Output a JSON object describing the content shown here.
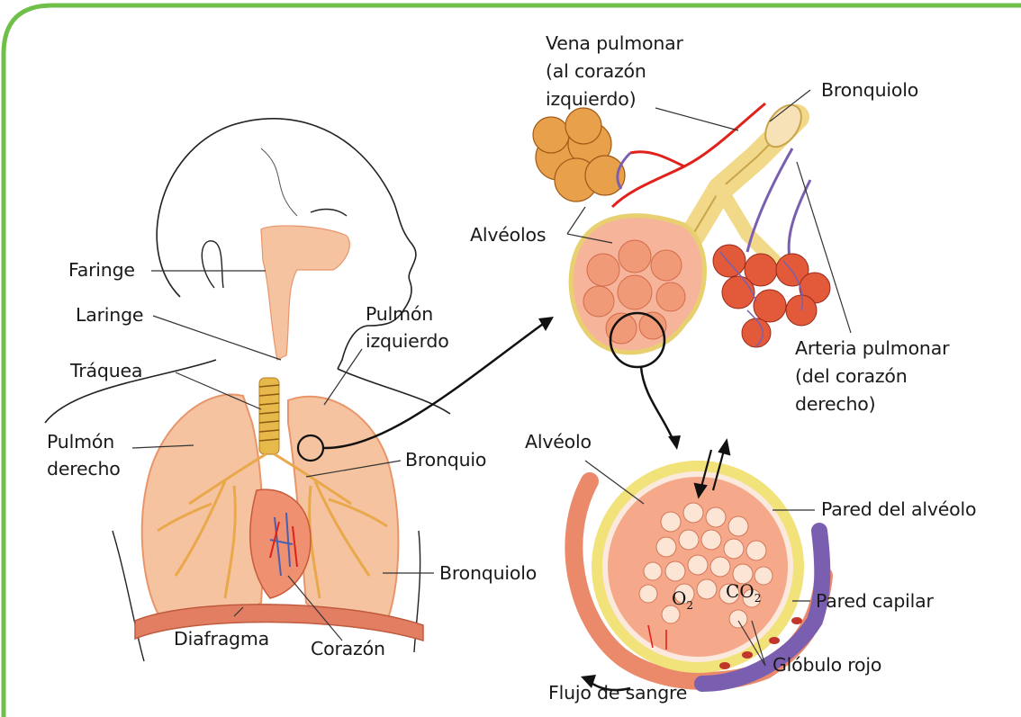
{
  "colors": {
    "frame_border": "#6fbf4a",
    "lung_fill": "#f6c3a0",
    "lung_outline": "#e8956a",
    "artery_red": "#e0221a",
    "vein_purple": "#7a5fb0",
    "bronchiole_yellow": "#f2d98a",
    "alveolus_orange": "#e8a04a",
    "label_text": "#1a1a1a"
  },
  "body_diagram": {
    "labels": {
      "faringe": "Faringe",
      "laringe": "Laringe",
      "traquea": "Tráquea",
      "pulmon_derecho": [
        "Pulmón",
        "derecho"
      ],
      "pulmon_izquierdo": [
        "Pulmón",
        "izquierdo"
      ],
      "bronquio": "Bronquio",
      "bronquiolo": "Bronquiolo",
      "diafragma": "Diafragma",
      "corazon": "Corazón"
    }
  },
  "alveoli_diagram": {
    "labels": {
      "vena_pulmonar": [
        "Vena pulmonar",
        "(al corazón",
        "izquierdo)"
      ],
      "bronquiolo": "Bronquiolo",
      "alveolos": "Alvéolos",
      "arteria_pulmonar": [
        "Arteria pulmonar",
        "(del corazón",
        "derecho)"
      ]
    }
  },
  "alveolus_detail": {
    "labels": {
      "alveolo": "Alvéolo",
      "pared_alveolo": "Pared del alvéolo",
      "pared_capilar": "Pared capilar",
      "globulo_rojo": "Glóbulo rojo",
      "flujo_sangre": "Flujo de sangre",
      "o2": "O",
      "o2_sub": "2",
      "co2": "CO",
      "co2_sub": "2"
    }
  }
}
